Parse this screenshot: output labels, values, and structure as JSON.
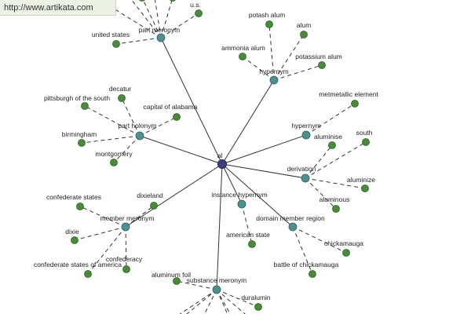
{
  "watermark": {
    "url": "http://www.artikata.com"
  },
  "colors": {
    "center": "#3f3f7f",
    "relation": "#4f8f8f",
    "leaf": "#4a8a3a",
    "line": "#333333",
    "background": "#ffffff"
  },
  "center": {
    "label": "al"
  },
  "relations": [
    {
      "id": "part-meronym",
      "label": "part meronym",
      "leaves": [
        "united states",
        "u.s.",
        "",
        "",
        ""
      ]
    },
    {
      "id": "hypernym-1",
      "label": "hypernym",
      "leaves": [
        "potash alum",
        "alum",
        "ammonia alum",
        "potassium alum"
      ]
    },
    {
      "id": "part-holonym",
      "label": "part holonym",
      "leaves": [
        "decatur",
        "pittsburgh of the south",
        "capital of alabama",
        "birmingham",
        "montgomery"
      ]
    },
    {
      "id": "hypernym-2",
      "label": "hypernym",
      "leaves": [
        "metmetallic element"
      ]
    },
    {
      "id": "derivation",
      "label": "derivation",
      "leaves": [
        "aluminise",
        "south",
        "aluminize",
        "aluminous"
      ]
    },
    {
      "id": "member-meronym",
      "label": "member meronym",
      "leaves": [
        "confederate states",
        "dixieland",
        "dixie",
        "confederacy",
        "confederate states of america"
      ]
    },
    {
      "id": "instance-hypernym",
      "label": "instance hypernym",
      "leaves": [
        "american state"
      ]
    },
    {
      "id": "domain-member-region",
      "label": "domain member region",
      "leaves": [
        "chickamauga",
        "battle of chickamauga"
      ]
    },
    {
      "id": "substance-meronym",
      "label": "substance meronym",
      "leaves": [
        "aluminum foil",
        "duralumin",
        "",
        ""
      ]
    }
  ]
}
